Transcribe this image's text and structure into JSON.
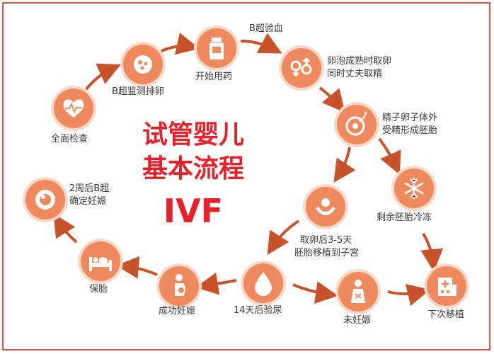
{
  "title": {
    "line1": "试管婴儿",
    "line2": "基本流程",
    "line3": "IVF"
  },
  "steps": {
    "checkup": "全面检查",
    "ovulation_monitor": "B超监测排卵",
    "start_medication": "开始用药",
    "b_ultrasound_blood": "B超验血",
    "egg_retrieval": [
      "卵泡成熟时取卵",
      "同时丈夫取精"
    ],
    "fertilization": [
      "精子卵子体外",
      "受精形成胚胎"
    ],
    "freeze": "剩余胚胎冷冻",
    "transfer": [
      "取卵后3-5天",
      "胚胎移植到子宫"
    ],
    "next_transfer": "下次移植",
    "not_pregnant": "未妊娠",
    "urine_test": "14天后验尿",
    "success": "成功妊娠",
    "preserve": "保胎",
    "confirm": [
      "2周后B超",
      "确定妊娠"
    ]
  },
  "colors": {
    "node": "#ee8a5e",
    "ring": "#fbd9c8",
    "arrow": "#c8532b",
    "title": "#e62129",
    "border": "#ef4d3f"
  },
  "icons": [
    "heart-monitor-icon",
    "ovum-icon",
    "medicine-bottle-icon",
    "gender-icon",
    "sperm-egg-icon",
    "snowflake-icon",
    "hands-care-icon",
    "blood-drop-icon",
    "pregnant-woman-icon",
    "hospital-icon",
    "baby-icon",
    "bed-icon"
  ]
}
